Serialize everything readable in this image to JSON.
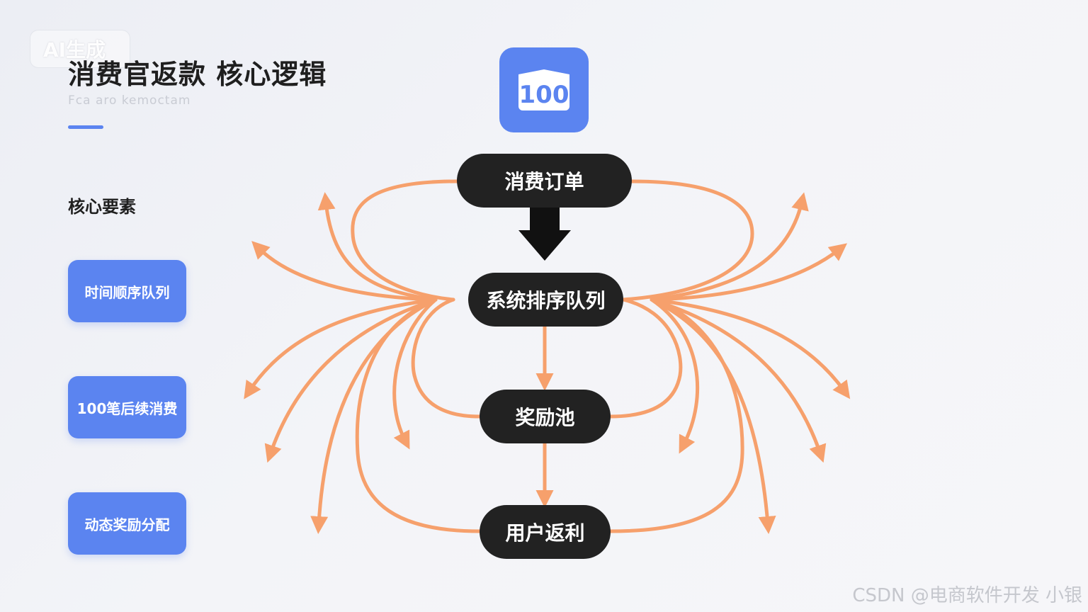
{
  "header": {
    "badge": "AI生成",
    "title": "消费官返款 核心逻辑",
    "subtitle": "Fca aro kemoctam"
  },
  "sidebar": {
    "section_label": "核心要素",
    "items": [
      "时间顺序队列",
      "100笔后续消费",
      "动态奖励分配"
    ]
  },
  "logo": {
    "text": "100"
  },
  "flow": {
    "nodes": [
      "消费订单",
      "系统排序队列",
      "奖励池",
      "用户返利"
    ]
  },
  "colors": {
    "accent_blue": "#5b84f0",
    "node_dark": "#222222",
    "arrow_orange": "#f6a06c"
  },
  "watermark": "CSDN @电商软件开发 小银"
}
